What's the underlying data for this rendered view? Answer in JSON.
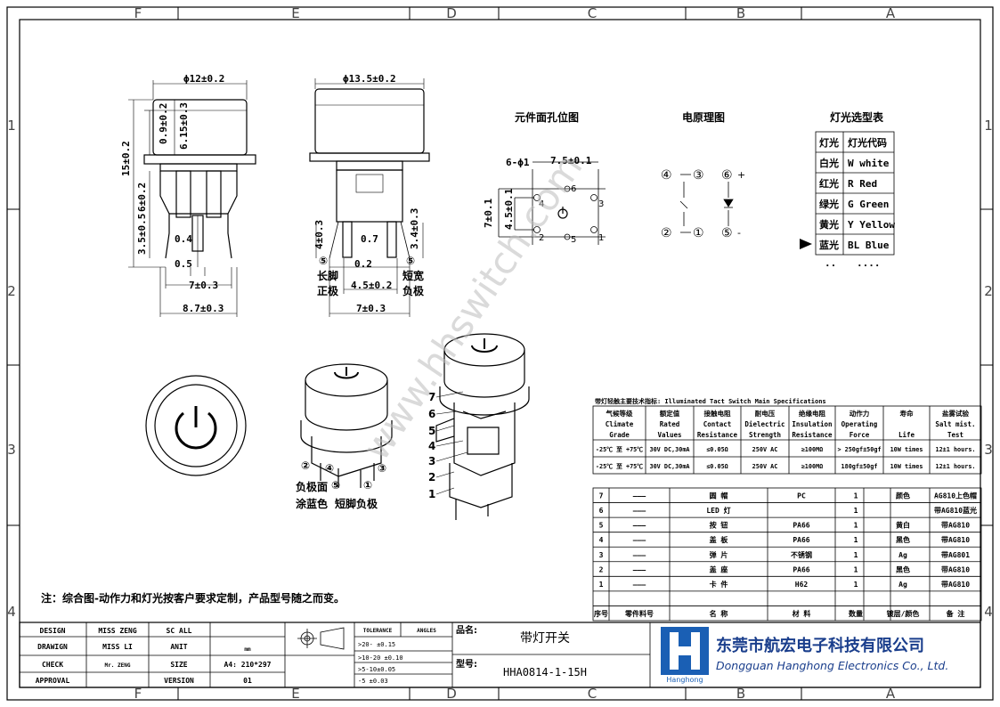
{
  "frame": {
    "top_cols": [
      "F",
      "E",
      "D",
      "C",
      "B",
      "A"
    ],
    "bottom_cols": [
      "F",
      "E",
      "D",
      "C",
      "B",
      "A"
    ],
    "left_rows": [
      "1",
      "2",
      "3",
      "4"
    ],
    "right_rows": [
      "1",
      "2",
      "3",
      "4"
    ]
  },
  "dims": {
    "front_width": "ϕ12±0.2",
    "front_cap_h": "0.9±0.2",
    "front_cap_h2": "6.15±0.3",
    "front_total_h": "15±0.2",
    "front_body_h": "6±0.2",
    "front_pin_h": "3.5±0.5",
    "front_pin_04": "0.4",
    "front_pin_05": "0.5",
    "front_pin_7": "7±0.3",
    "front_pin_87": "8.7±0.3",
    "side_width": "ϕ13.5±0.2",
    "side_pin_4": "4±0.3",
    "side_pin_07": "0.7",
    "side_pin_34": "3.4±0.3",
    "side_pin_02": "0.2",
    "side_pin_45": "4.5±0.2",
    "side_pin_7": "7±0.3",
    "side_label_left": "长脚\n正极",
    "side_label_right": "短宽\n负极",
    "pin5_left": "⑤",
    "pin5_right": "⑤"
  },
  "pcb": {
    "title": "元件面孔位图",
    "holes": "6-ϕ1",
    "dim_75": "7.5±0.1",
    "dim_45": "4.5±0.1",
    "dim_7": "7±0.1",
    "pins": [
      "4",
      "3",
      "2",
      "1",
      "6",
      "5"
    ]
  },
  "circuit": {
    "title": "电原理图",
    "nodes": [
      "④",
      "③",
      "⑥",
      "②",
      "①",
      "⑤"
    ]
  },
  "light_table": {
    "title": "灯光选型表",
    "headers": [
      "灯光",
      "灯光代码"
    ],
    "rows": [
      [
        "白光",
        "W white"
      ],
      [
        "红光",
        "R Red"
      ],
      [
        "绿光",
        "G Green"
      ],
      [
        "黄光",
        "Y Yellow"
      ],
      [
        "蓝光",
        "BL Blue"
      ],
      [
        "..",
        "...."
      ]
    ]
  },
  "iso_labels": {
    "small_left": [
      "②",
      "④",
      "⑤",
      "①",
      "③"
    ],
    "small_caption_1": "负极面",
    "small_caption_2": "涂蓝色",
    "small_caption_3": "短脚负极",
    "parts": [
      "7",
      "6",
      "5",
      "4",
      "3",
      "2",
      "1"
    ]
  },
  "spec": {
    "title": "带灯轻触主要技术指标: Illuminated Tact Switch Main Specifications",
    "headers": [
      [
        "气候等级",
        "Climate",
        "Grade"
      ],
      [
        "额定值",
        "Rated",
        "Values"
      ],
      [
        "接触电阻",
        "Contact",
        "Resistance"
      ],
      [
        "耐电压",
        "Dielectric",
        "Strength"
      ],
      [
        "绝缘电阻",
        "Insulation",
        "Resistance"
      ],
      [
        "动作力",
        "Operating",
        "Force"
      ],
      [
        "寿命",
        "",
        "Life"
      ],
      [
        "盐雾试验",
        "Salt mist.",
        "Test"
      ]
    ],
    "rows": [
      [
        "-25℃ 至 +75℃",
        "30V DC,30mA",
        "≤0.05Ω",
        "250V AC",
        "≥100MΩ",
        "> 250gf±50gf",
        "10W times",
        "12±1 hours."
      ],
      [
        "-25℃ 至 +75℃",
        "30V DC,30mA",
        "≤0.05Ω",
        "250V AC",
        "≥100MΩ",
        "180gf±50gf",
        "10W times",
        "12±1 hours."
      ]
    ]
  },
  "bom": {
    "rows": [
      [
        "7",
        "———",
        "圆 帽",
        "PC",
        "1",
        "颜色",
        "AG810上色帽"
      ],
      [
        "6",
        "———",
        "LED 灯",
        "",
        "1",
        "",
        "带AG810蓝光"
      ],
      [
        "5",
        "———",
        "按 钮",
        "PA66",
        "1",
        "黄白",
        "带AG810"
      ],
      [
        "4",
        "———",
        "盖 板",
        "PA66",
        "1",
        "黑色",
        "带AG810"
      ],
      [
        "3",
        "———",
        "弹 片",
        "不锈钢",
        "1",
        "Ag",
        "带AG801"
      ],
      [
        "2",
        "———",
        "盖 座",
        "PA66",
        "1",
        "黑色",
        "带AG810"
      ],
      [
        "1",
        "———",
        "卡 件",
        "H62",
        "1",
        "Ag",
        "带AG810"
      ]
    ],
    "headers": [
      "序号",
      "零件料号",
      "名 称",
      "材 料",
      "数量",
      "镀层/颜色",
      "备 注"
    ]
  },
  "note": "注：综合图-动作力和灯光按客户要求定制，产品型号随之而变。",
  "watermark": "www.hhswitch.com",
  "title_block": {
    "rows": [
      [
        "DESIGN",
        "MISS ZENG",
        "SC ALL",
        ""
      ],
      [
        "DRAWIGN",
        "MISS LI",
        "ANIT",
        "mm"
      ],
      [
        "CHECK",
        "Mr. ZENG",
        "SIZE",
        "A4: 210*297"
      ],
      [
        "APPROVAL",
        "",
        "VERSION",
        "01"
      ]
    ],
    "tolerance_h": "TOLERANCE",
    "angles_h": "ANGLES",
    "tolerances": [
      ">20- ±0.15",
      ">10-20 ±0.10",
      ">5-10±0.05",
      "-5  ±0.03"
    ],
    "name_label": "品名:",
    "name_value": "带灯开关",
    "model_label": "型号:",
    "model_value": "HHA0814-1-15H",
    "company_cn": "东莞市航宏电子科技有限公司",
    "company_en": "Dongguan Hanghong Electronics Co., Ltd.",
    "logo_text": "Hanghong"
  }
}
